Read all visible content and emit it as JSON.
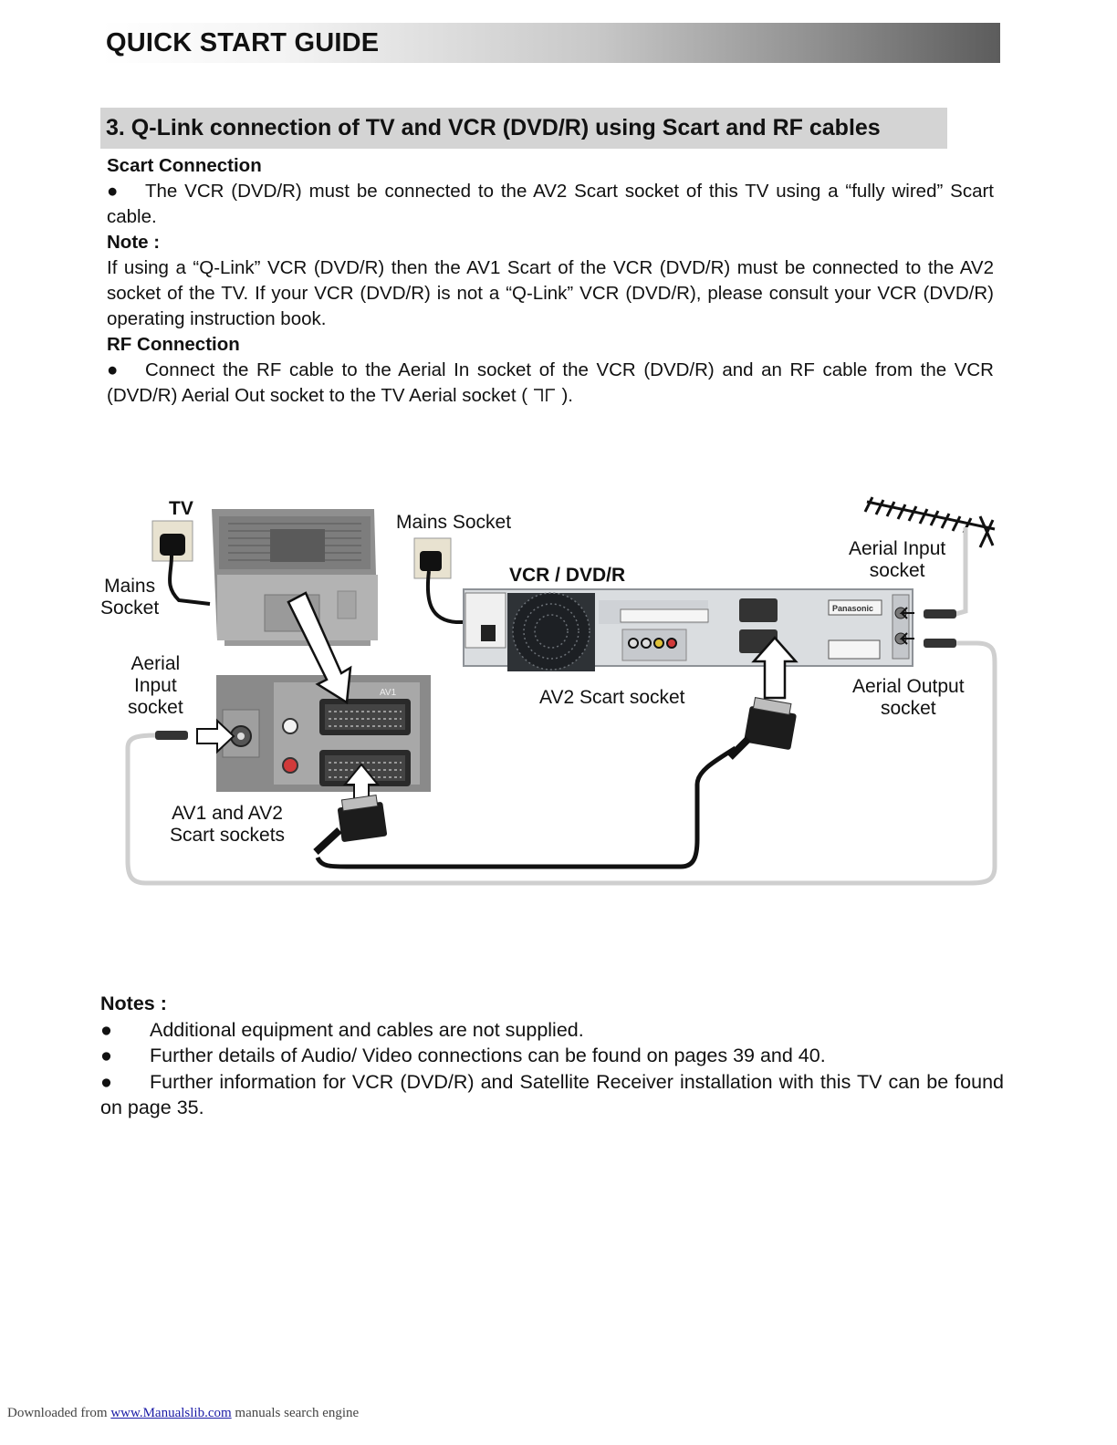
{
  "header": {
    "title": "QUICK START GUIDE"
  },
  "section": {
    "title": "3.   Q-Link connection of TV and VCR (DVD/R) using Scart and RF cables"
  },
  "scart": {
    "heading": "Scart Connection",
    "bullet_text": "The VCR (DVD/R) must be connected to the AV2 Scart socket of this TV using a “fully wired” Scart cable.",
    "note_heading": "Note :",
    "note_text": "If using a “Q-Link” VCR (DVD/R) then the AV1 Scart of the VCR (DVD/R) must be connected to the AV2 socket of the TV. If your VCR (DVD/R) is not a “Q-Link” VCR (DVD/R), please consult your VCR (DVD/R) operating instruction book."
  },
  "rf": {
    "heading": "RF Connection",
    "bullet_text": "Connect the RF cable to the Aerial In socket of the VCR (DVD/R) and an RF cable from the VCR (DVD/R) Aerial Out socket to the TV Aerial socket ( ",
    "bullet_end": " )."
  },
  "diagram": {
    "tv_label": "TV",
    "tv_mains_label": "Mains\nSocket",
    "vcr_mains_label": "Mains Socket",
    "vcr_label": "VCR / DVD/R",
    "tv_aerial_input_label": "Aerial\nInput\nsocket",
    "av2_scart_label": "AV2 Scart socket",
    "vcr_aerial_input_label": "Aerial Input\nsocket",
    "vcr_aerial_output_label": "Aerial Output\nsocket",
    "av1_av2_label": "AV1 and AV2\nScart sockets",
    "panel_av1_text": "AV1",
    "brand_text": "Panasonic",
    "colors": {
      "cable_black": "#111111",
      "cable_grey": "#cfcfcf",
      "device_grey": "#b9b9b9",
      "panel_grey": "#8a8a8a",
      "vcr_body": "#dadde0"
    }
  },
  "notes": {
    "heading": "Notes :",
    "items": [
      "Additional equipment and cables are not supplied.",
      "Further details of Audio/ Video connections can be found on pages 39 and 40.",
      "Further information for VCR (DVD/R) and Satellite Receiver installation with this TV can be found on page 35."
    ]
  },
  "footer": {
    "prefix": "Downloaded from ",
    "link_text": "www.Manualslib.com",
    "suffix": "  manuals search engine"
  }
}
